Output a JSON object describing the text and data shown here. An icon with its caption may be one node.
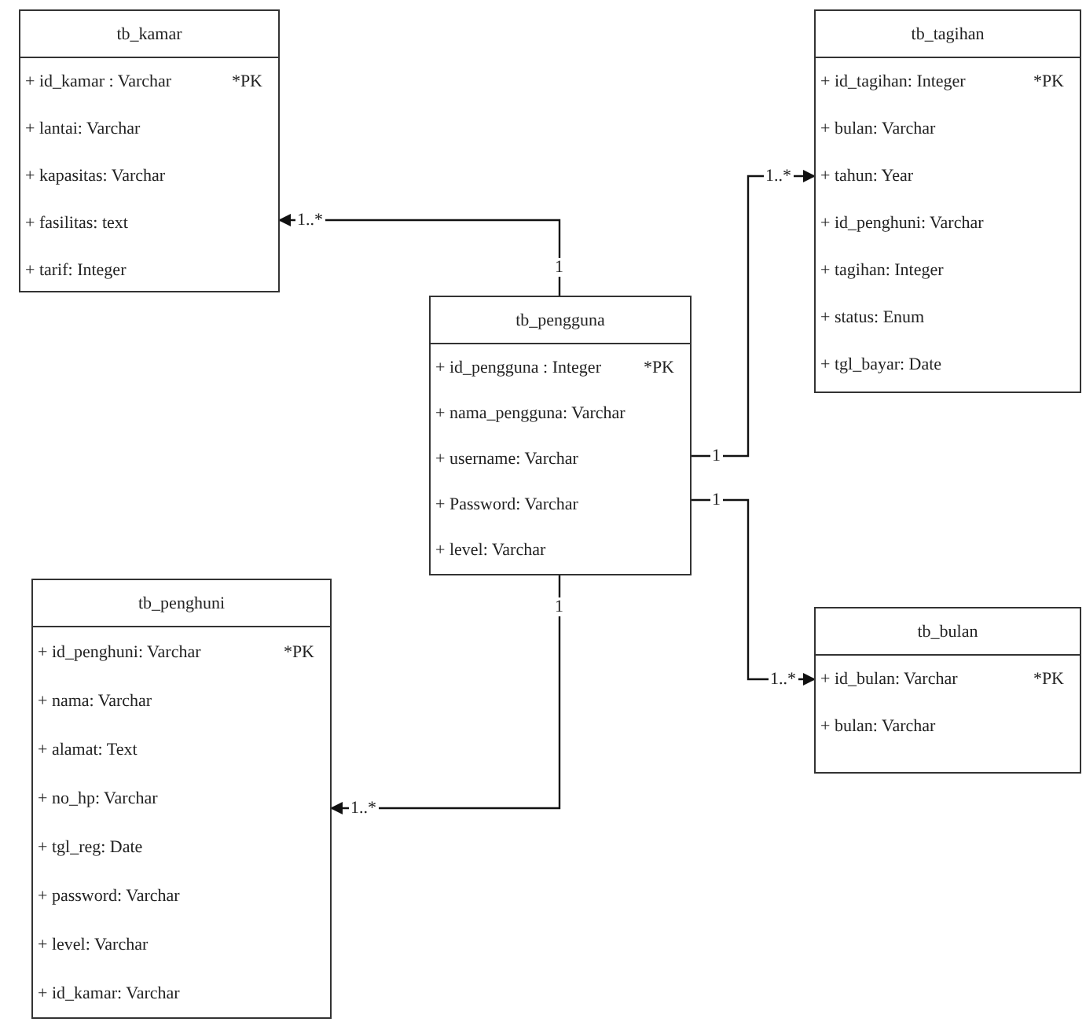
{
  "diagram": {
    "nodes": [
      {
        "text": [
          "tb_kamar",
          "+ id_kamar : Varchar",
          "*PK",
          "+ lantai: Varchar",
          "+ kapasitas: Varchar",
          "+ fasilitas: text",
          "+ tarif: Integer"
        ]
      },
      {
        "text": [
          "tb_tagihan",
          "+ id_tagihan: Integer",
          "*PK",
          "+ bulan: Varchar",
          "+ tahun: Year",
          "+ id_penghuni: Varchar",
          "+ tagihan: Integer",
          "+ status: Enum",
          "+ tgl_bayar: Date"
        ]
      },
      {
        "text": [
          "tb_pengguna",
          "+ id_pengguna : Integer",
          "*PK",
          "+ nama_pengguna: Varchar",
          "+ username: Varchar",
          "+ Password: Varchar",
          "+ level: Varchar"
        ]
      },
      {
        "text": [
          "tb_penghuni",
          "+ id_penghuni: Varchar",
          "*PK",
          "+ nama: Varchar",
          "+ alamat: Text",
          "+ no_hp: Varchar",
          "+ tgl_reg: Date",
          "+ password: Varchar",
          "+ level: Varchar",
          "+ id_kamar: Varchar"
        ]
      },
      {
        "text": [
          "tb_bulan",
          "+ id_bulan: Varchar",
          "*PK",
          "+ bulan: Varchar"
        ]
      }
    ],
    "edges": [
      {
        "from": 2,
        "to": 0,
        "arrow": "to"
      },
      {
        "from": 2,
        "to": 1,
        "arrow": "to"
      },
      {
        "from": 2,
        "to": 4,
        "arrow": "to"
      },
      {
        "from": 2,
        "to": 3,
        "arrow": "to"
      }
    ],
    "labels": [
      "1..*",
      "1..*",
      "1",
      "1",
      "1",
      "1",
      "1..*",
      "1..*"
    ]
  }
}
